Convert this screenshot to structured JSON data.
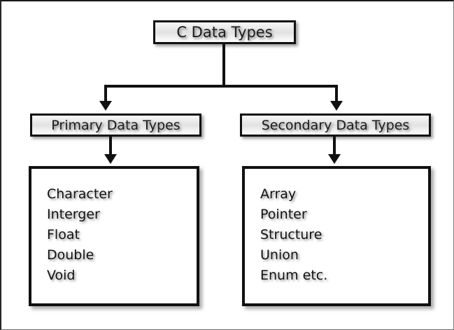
{
  "diagram": {
    "title_box": {
      "label": "C Data Types"
    },
    "branches": [
      {
        "header": "Primary Data Types",
        "items": [
          "Character",
          "Interger",
          "Float",
          "Double",
          "Void"
        ]
      },
      {
        "header": "Secondary Data Types",
        "items": [
          "Array",
          "Pointer",
          "Structure",
          "Union",
          "Enum etc."
        ]
      }
    ],
    "colors": {
      "line": "#111111",
      "text": "#111111",
      "box_border": "#111111",
      "header_fill": "#eeeeee",
      "page_background": "#ffffff"
    }
  }
}
